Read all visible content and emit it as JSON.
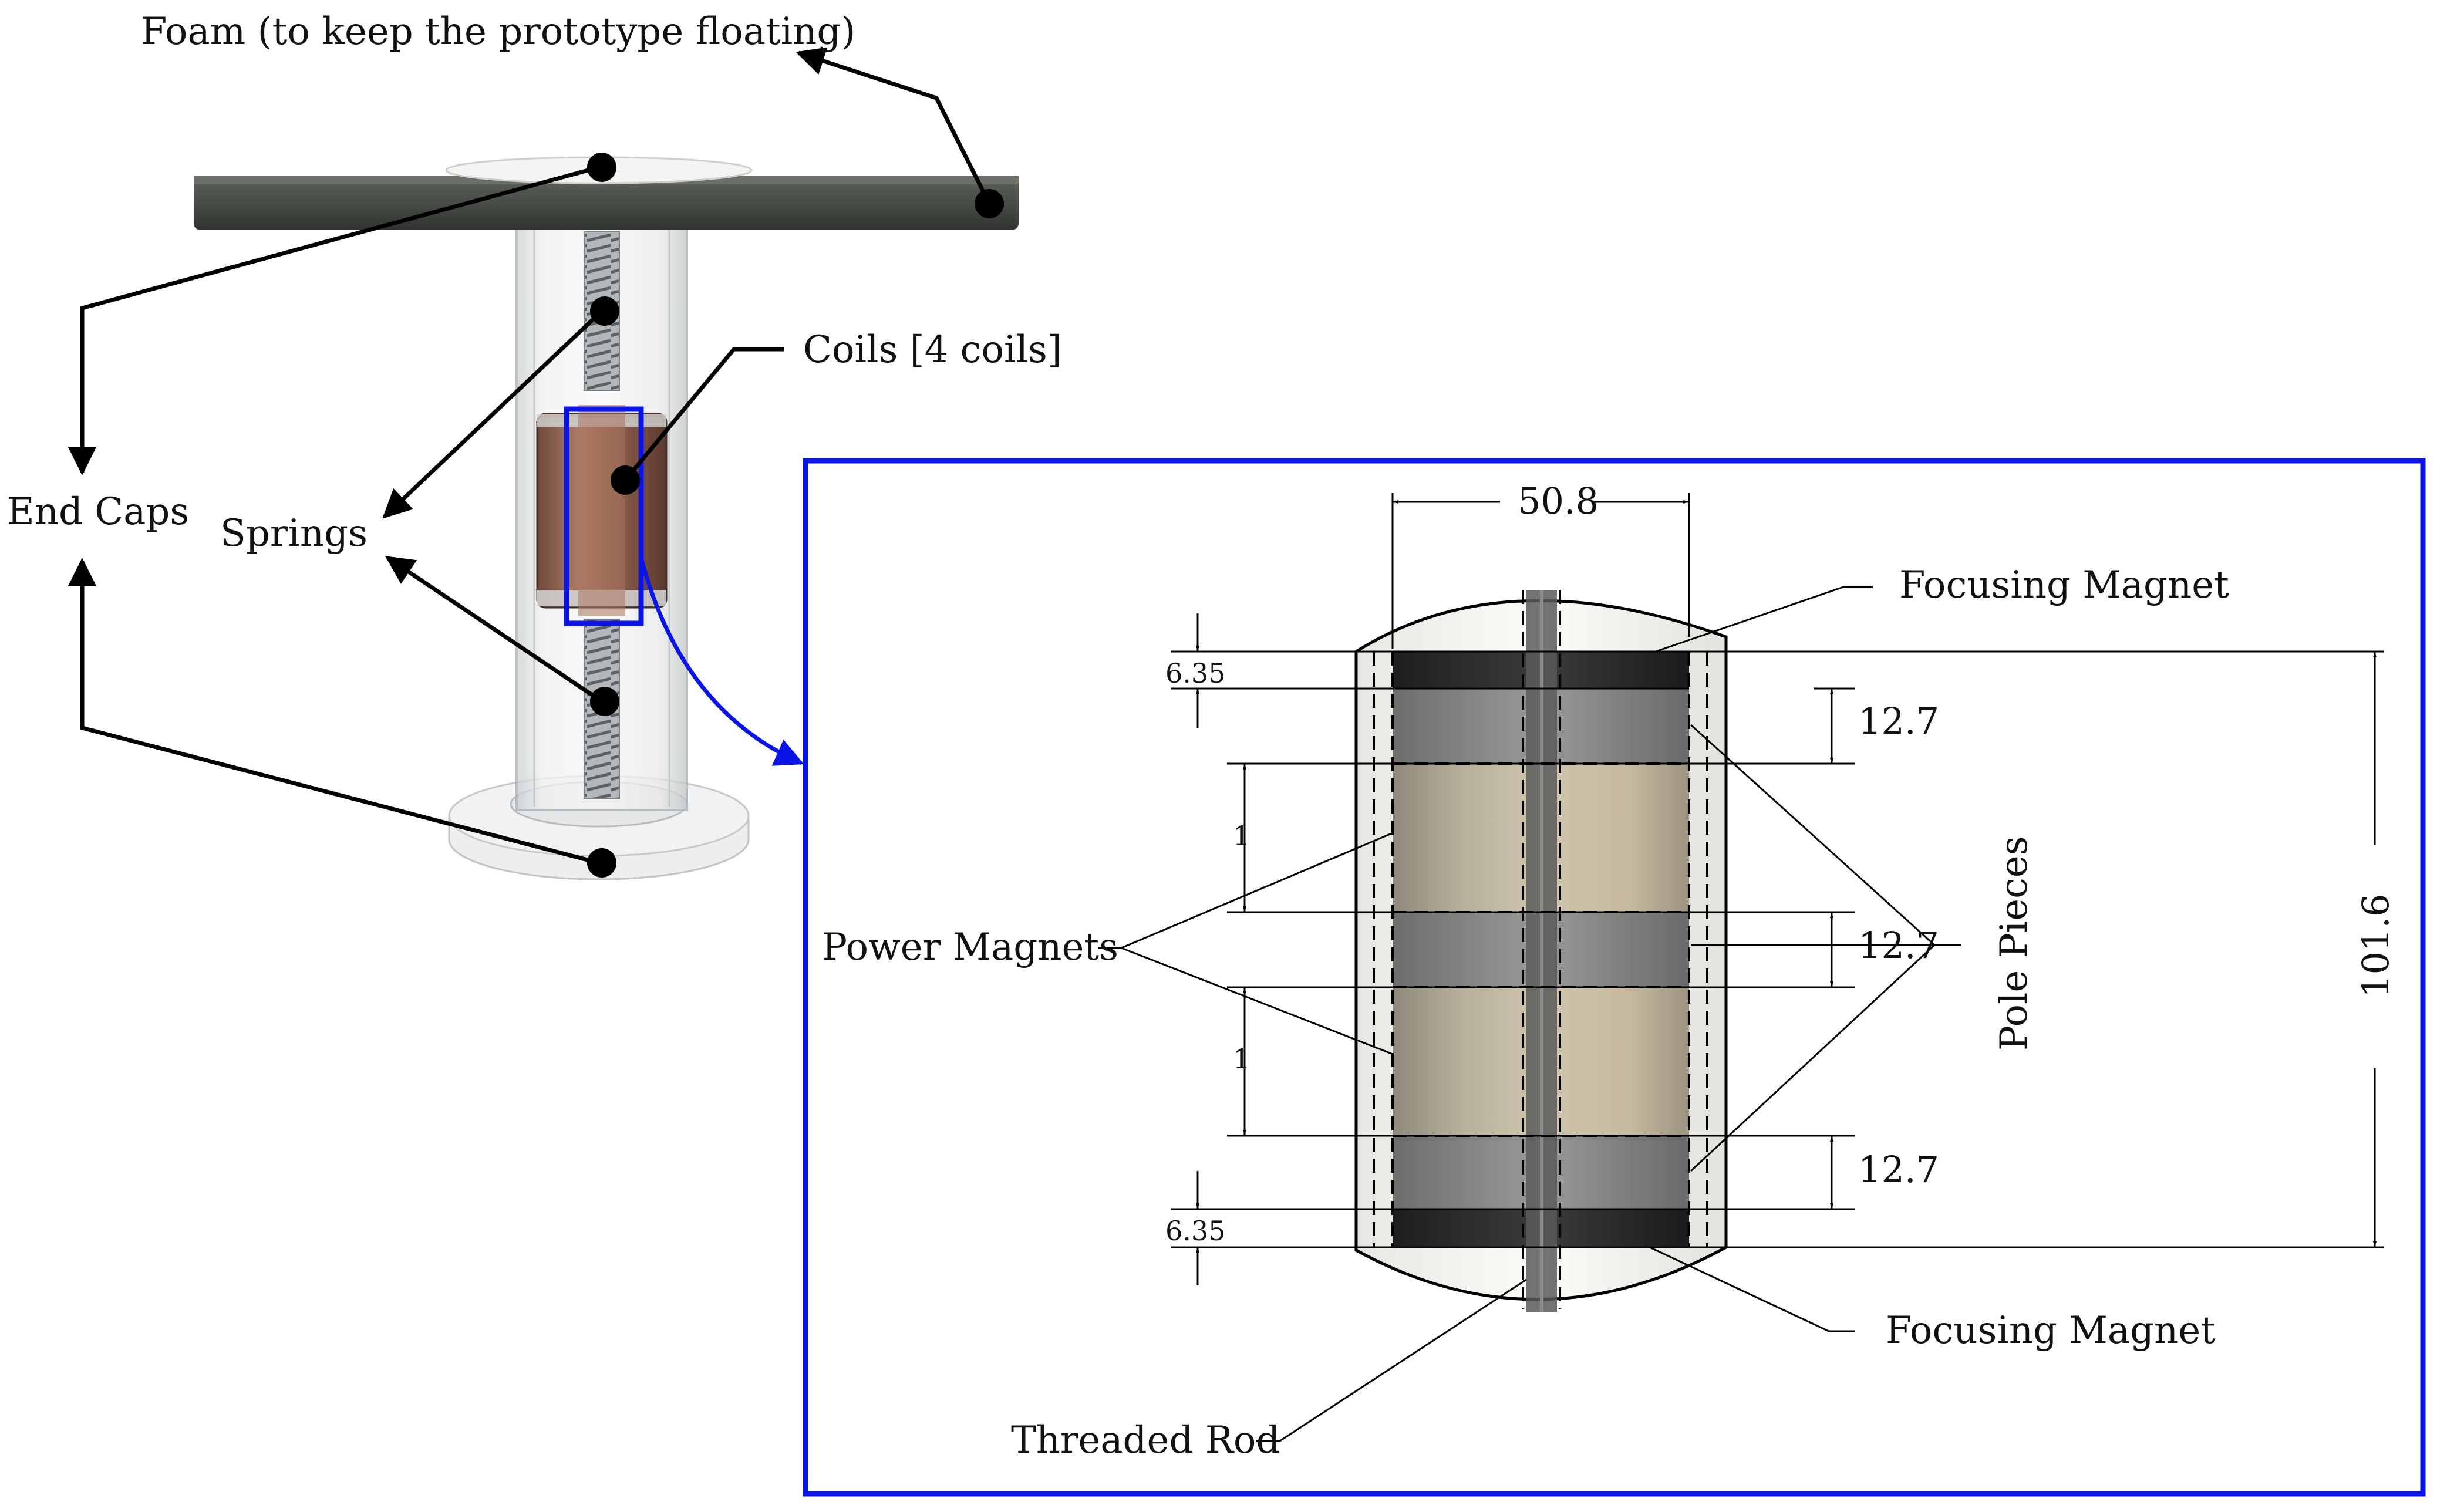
{
  "labels": {
    "foam": "Foam (to keep the prototype floating)",
    "coils": "Coils [4 coils]",
    "end_caps": "End Caps",
    "springs": "Springs",
    "focusing_magnet_top": "Focusing Magnet",
    "focusing_magnet_bottom": "Focusing Magnet",
    "power_magnets": "Power Magnets",
    "pole_pieces": "Pole Pieces",
    "threaded_rod": "Threaded Rod"
  },
  "dimensions": {
    "width": "50.8",
    "top_focusing": "6.35",
    "bottom_focusing": "6.35",
    "pole_top": "12.7",
    "pole_mid": "12.7",
    "pole_bottom": "12.7",
    "power_upper": "1",
    "power_lower": "1",
    "total_height": "101.6"
  },
  "colors": {
    "highlight_frame": "#0a14e6",
    "foam": "#4a4f48",
    "coil": "#8a5a48",
    "magnet_light": "#c8bba3",
    "magnet_dark": "#2a2a2a",
    "pole_grey": "#8d8d8b",
    "leader_line": "#000000"
  }
}
